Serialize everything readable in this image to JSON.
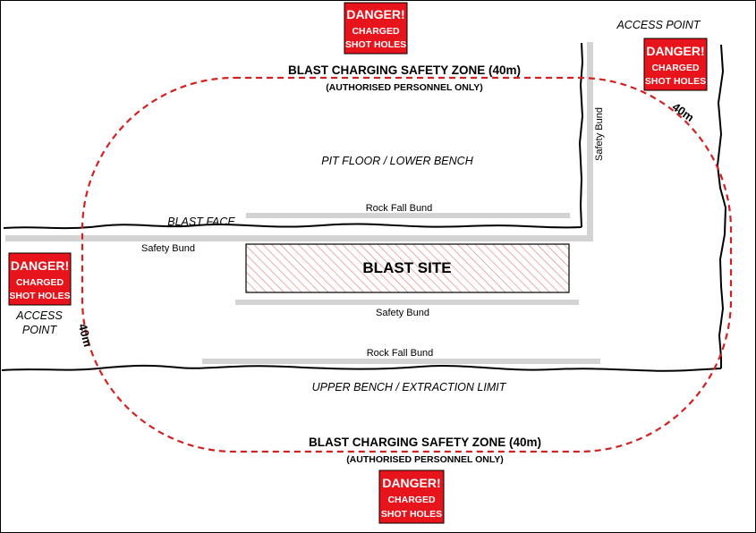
{
  "colors": {
    "danger_red": "#e8141c",
    "zone_dash": "#d42020",
    "bund_grey": "#d3d3d3",
    "hatch_red": "#e08080",
    "frame": "#000000"
  },
  "zone": {
    "top_title": "BLAST CHARGING SAFETY ZONE (40m)",
    "top_subtitle": "(AUTHORISED PERSONNEL ONLY)",
    "bottom_title": "BLAST CHARGING SAFETY ZONE (40m)",
    "bottom_subtitle": "(AUTHORISED PERSONNEL ONLY)"
  },
  "signs": {
    "top_center": {
      "line1": "DANGER!",
      "line2": "CHARGED",
      "line3": "SHOT HOLES"
    },
    "top_right": {
      "line1": "DANGER!",
      "line2": "CHARGED",
      "line3": "SHOT HOLES"
    },
    "left": {
      "line1": "DANGER!",
      "line2": "CHARGED",
      "line3": "SHOT HOLES"
    },
    "bottom_center": {
      "line1": "DANGER!",
      "line2": "CHARGED",
      "line3": "SHOT HOLES"
    }
  },
  "access": {
    "top_right": "ACCESS POINT",
    "left_line1": "ACCESS",
    "left_line2": "POINT"
  },
  "distances": {
    "right": "40m",
    "left": "40m"
  },
  "areas": {
    "pit_floor": "PIT FLOOR / LOWER BENCH",
    "blast_face": "BLAST FACE",
    "upper_bench": "UPPER BENCH / EXTRACTION LIMIT",
    "blast_site": "BLAST SITE"
  },
  "bunds": {
    "rock_fall_top": "Rock Fall Bund",
    "safety_left": "Safety Bund",
    "safety_right_vertical": "Safety Bund",
    "safety_under_site": "Safety Bund",
    "rock_fall_bottom": "Rock Fall Bund"
  }
}
